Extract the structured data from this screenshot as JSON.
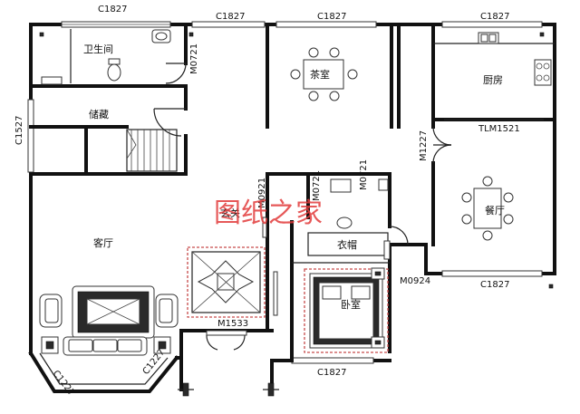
{
  "rooms": {
    "bathroom": "卫生间",
    "storage": "储藏",
    "tearoom": "茶室",
    "kitchen": "厨房",
    "dining": "餐厅",
    "living": "客厅",
    "foyer": "玄关",
    "closet": "衣帽",
    "bedroom": "卧室"
  },
  "labels": {
    "c_top_left": "C1827",
    "c_top_mid": "C1827",
    "c_top_tea": "C1827",
    "c_top_kitchen": "C1827",
    "c_left": "C1527",
    "m_bath": "M0721",
    "tlm": "TLM1521",
    "m_kitchen": "M1227",
    "m_foyer": "M0921",
    "m_inner": "M0721",
    "m_small": "M0721",
    "m_side": "M0924",
    "c_dining_bottom": "C1827",
    "c_bed_bottom": "C1827",
    "m_entry": "M1533",
    "c_bay_left": "C1227",
    "c_bay_right": "C1227"
  },
  "watermark": "图纸之家",
  "colors": {
    "wall": "#111111",
    "watermark": "#e23b3b",
    "rug": "#c64a4a"
  }
}
